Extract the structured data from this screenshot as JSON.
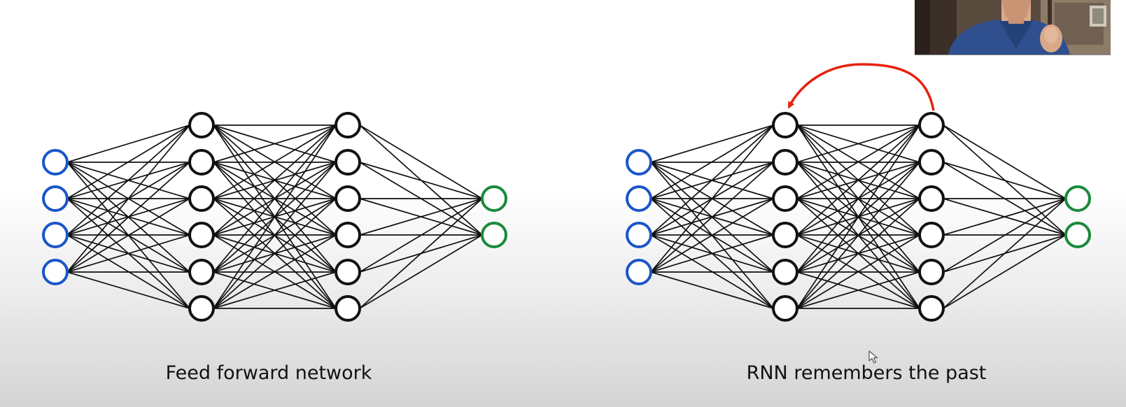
{
  "diagrams": [
    {
      "id": "feed-forward",
      "caption": "Feed forward network",
      "layers": [
        4,
        6,
        6,
        2
      ],
      "recurrent_arrow": false
    },
    {
      "id": "rnn",
      "caption": "RNN remembers the past",
      "layers": [
        4,
        6,
        6,
        2
      ],
      "recurrent_arrow": true
    }
  ],
  "colors": {
    "input_node": "#1a56c8",
    "hidden_node": "#111111",
    "output_node": "#1a8a3a",
    "edge": "#111111",
    "recurrent_arrow": "#e8200f"
  },
  "overlay": {
    "webcam": "presenter-webcam",
    "cursor": "mouse-pointer-icon"
  }
}
